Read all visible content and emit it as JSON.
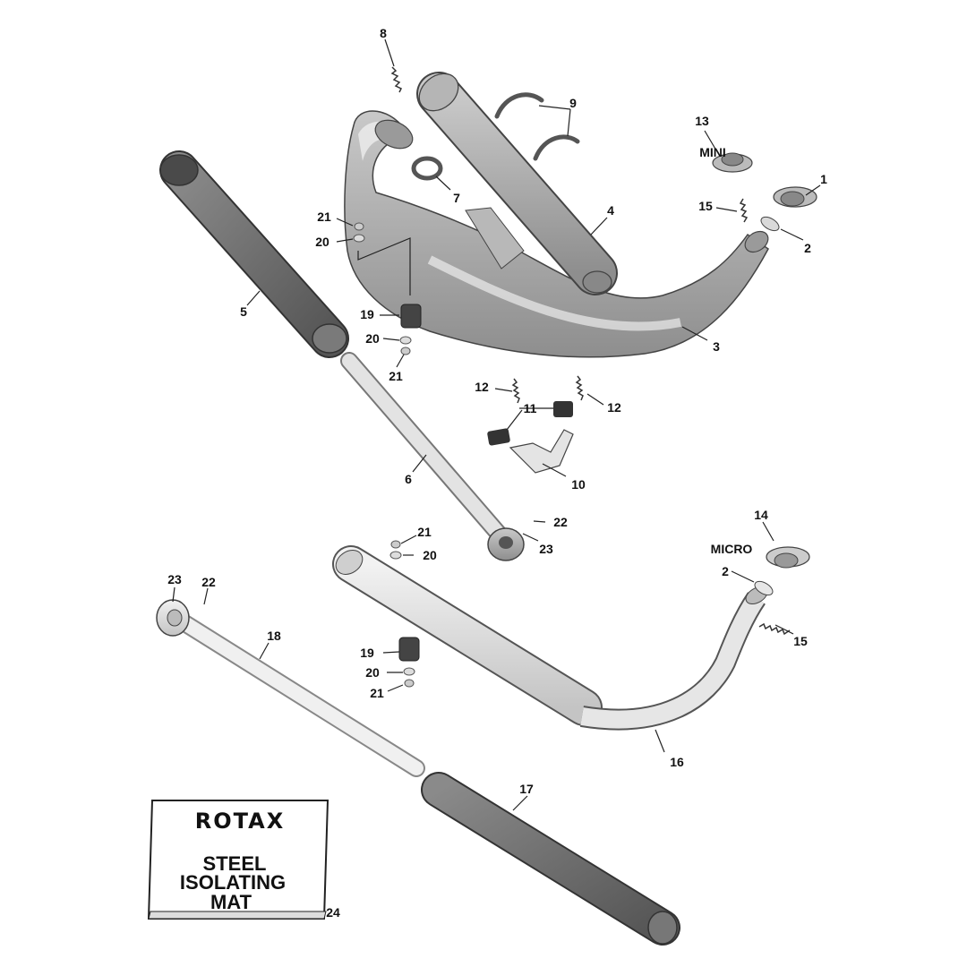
{
  "part_labels": {
    "p1": "1",
    "p2a": "2",
    "p2b": "2",
    "p3": "3",
    "p4": "4",
    "p5": "5",
    "p6": "6",
    "p7": "7",
    "p8": "8",
    "p9": "9",
    "p10": "10",
    "p11": "11",
    "p12a": "12",
    "p12b": "12",
    "p13": "13",
    "p14": "14",
    "p15a": "15",
    "p15b": "15",
    "p16": "16",
    "p17": "17",
    "p18": "18",
    "p19a": "19",
    "p19b": "19",
    "p20a": "20",
    "p20b": "20",
    "p20c": "20",
    "p20d": "20",
    "p21a": "21",
    "p21b": "21",
    "p21c": "21",
    "p21d": "21",
    "p22a": "22",
    "p22b": "22",
    "p23a": "23",
    "p23b": "23",
    "p24": "24"
  },
  "variant_tags": {
    "mini": "MINI",
    "micro": "MICRO"
  },
  "mat_card": {
    "brand": "ROTAX",
    "line1": "STEEL",
    "line2": "ISOLATING",
    "line3": "MAT"
  },
  "colors": {
    "dark_part": "#6e6e6e",
    "mid_part": "#a9a9a9",
    "light_part": "#dcdcdc",
    "outline": "#333333"
  }
}
